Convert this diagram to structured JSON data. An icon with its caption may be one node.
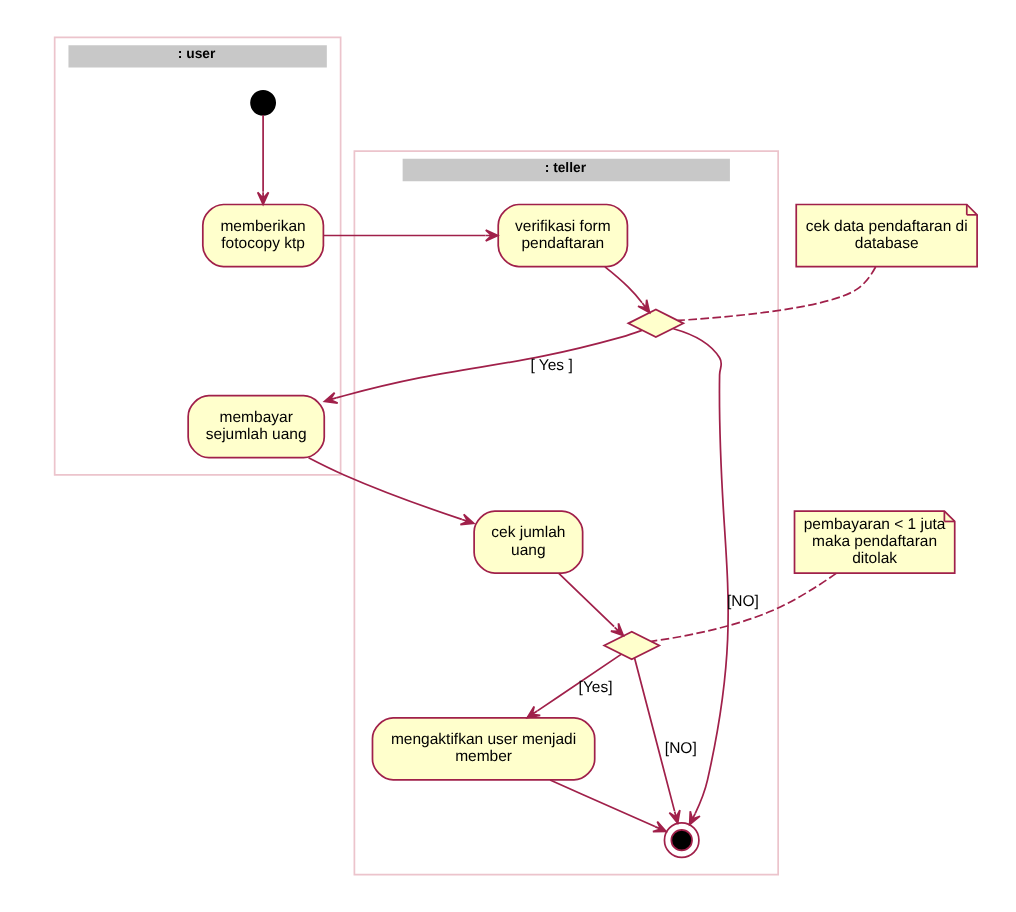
{
  "diagram": {
    "nodes": [
      {
        "text": [
          ": user"
        ]
      },
      {
        "text": [
          ": teller"
        ]
      },
      {
        "text": [],
        "shape": "circle",
        "in": 0
      },
      {
        "text": [
          "memberikan fotocopy ktp"
        ],
        "in": 0
      },
      {
        "text": [
          "verifikasi form pendaftaran"
        ],
        "in": 1
      },
      {
        "text": [],
        "shape": "diamond",
        "in": 1
      },
      {
        "text": [
          "membayar sejumlah uang"
        ],
        "in": 0
      },
      {
        "text": [
          "cek jumlah uang"
        ],
        "in": 1
      },
      {
        "text": [],
        "shape": "diamond",
        "in": 1
      },
      {
        "text": [
          "mengaktifkan user menjadi member"
        ],
        "in": 1
      },
      {
        "text": [],
        "shape": "circle",
        "in": 1
      },
      {
        "text": [
          "cek data pendaftaran di database"
        ]
      },
      {
        "text": [
          "pembayaran < 1 juta maka pendaftaran ditolak"
        ]
      }
    ],
    "edges": [
      {
        "from": 2,
        "to": 3,
        "arrow": "to"
      },
      {
        "from": 3,
        "to": 4,
        "arrow": "to"
      },
      {
        "from": 4,
        "to": 5,
        "arrow": "to"
      },
      {
        "from": 5,
        "to": 6,
        "arrow": "to",
        "label": "[ Yes ]"
      },
      {
        "from": 5,
        "to": 10,
        "arrow": "to",
        "label": "[NO]"
      },
      {
        "from": 6,
        "to": 7,
        "arrow": "to"
      },
      {
        "from": 7,
        "to": 8,
        "arrow": "to"
      },
      {
        "from": 8,
        "to": 9,
        "arrow": "to",
        "label": "[Yes]"
      },
      {
        "from": 8,
        "to": 10,
        "arrow": "to",
        "label": "[NO]"
      },
      {
        "from": 9,
        "to": 10,
        "arrow": "to"
      },
      {
        "from": 11,
        "to": 5,
        "arrow": "none",
        "style": "dashed"
      },
      {
        "from": 12,
        "to": 8,
        "arrow": "none",
        "style": "dashed"
      }
    ]
  }
}
